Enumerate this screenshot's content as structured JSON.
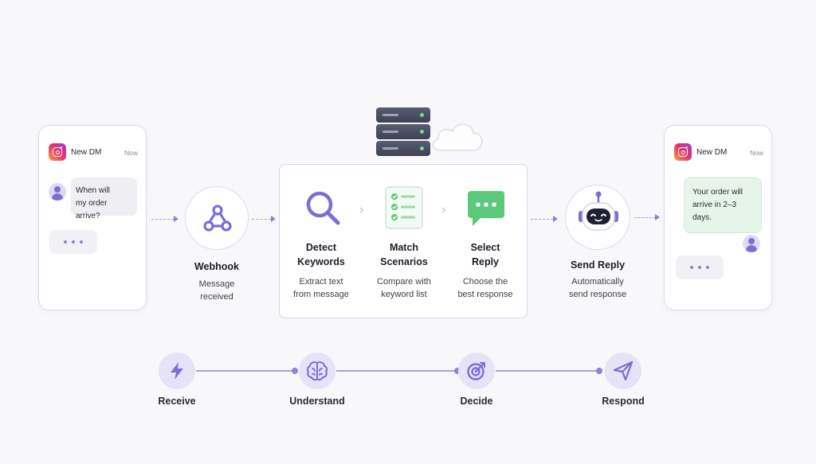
{
  "left_phone": {
    "title": "New DM",
    "time": "Now",
    "message_line1": "When will",
    "message_line2": "my order arrive?"
  },
  "right_phone": {
    "title": "New DM",
    "time": "Now",
    "message_line1": "Your order will",
    "message_line2": "arrive in 2–3",
    "message_line3": "days."
  },
  "webhook": {
    "title": "Webhook",
    "desc_line1": "Message",
    "desc_line2": "received"
  },
  "steps": [
    {
      "title_line1": "Detect",
      "title_line2": "Keywords",
      "desc_line1": "Extract text",
      "desc_line2": "from message",
      "icon": "magnifier-icon"
    },
    {
      "title_line1": "Match",
      "title_line2": "Scenarios",
      "desc_line1": "Compare with",
      "desc_line2": "keyword list",
      "icon": "checklist-icon"
    },
    {
      "title_line1": "Select",
      "title_line2": "Reply",
      "desc_line1": "Choose the",
      "desc_line2": "best response",
      "icon": "chat-bubble-icon"
    }
  ],
  "send_reply": {
    "title": "Send Reply",
    "desc_line1": "Automatically",
    "desc_line2": "send response"
  },
  "pipeline": [
    "Receive",
    "Understand",
    "Decide",
    "Respond"
  ],
  "colors": {
    "accent": "#7b6fd6",
    "accent_light": "#e6e2f7",
    "success": "#5cc97a",
    "server": "#464a60"
  }
}
